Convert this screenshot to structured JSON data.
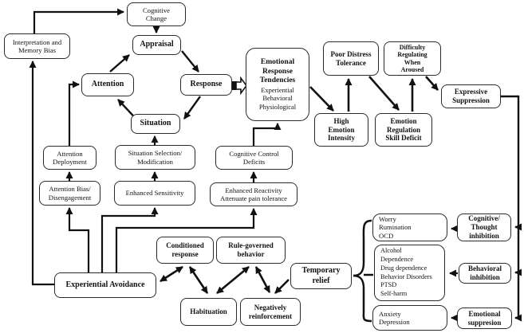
{
  "colors": {
    "line": "#111111",
    "box_border": "#2b2b2b",
    "background": "#ffffff",
    "text": "#111111"
  },
  "nodes": {
    "cognitive_change": "Cognitive\nChange",
    "interpretation_memory_bias": "Interpretation and\nMemory Bias",
    "appraisal": "Appraisal",
    "attention": "Attention",
    "response": "Response",
    "situation": "Situation",
    "emotional_response_title": "Emotional\nResponse\nTendencies",
    "emotional_response_sub": "Experiential\nBehavioral\nPhysiological",
    "poor_distress_tolerance": "Poor Distress\nTolerance",
    "difficulty_regulating": "Difficulty\nRegulating\nWhen\nAroused",
    "expressive_suppression": "Expressive\nSuppression",
    "high_emotion_intensity": "High\nEmotion\nIntensity",
    "emotion_regulation_skill_deficit": "Emotion\nRegulation\nSkill Deficit",
    "attention_deployment": "Attention\nDeployment",
    "situation_selection": "Situation Selection/\nModification",
    "cognitive_control_deficits": "Cognitive Control\nDeficits",
    "attention_bias": "Attention Bias/\nDisengagement",
    "enhanced_sensitivity": "Enhanced Sensitivity",
    "enhanced_reactivity": "Enhanced Reactivity\nAttenuate pain tolerance",
    "experiential_avoidance": "Experiential  Avoidance",
    "conditioned_response": "Conditioned\nresponse",
    "rule_governed_behavior": "Rule-governed\nbehavior",
    "habituation": "Habituation",
    "negatively_reinforcement": "Negatively\nreinforcement",
    "temporary_relief": "Temporary\nrelief",
    "worry_group": "Worry\nRumination\nOCD",
    "dependence_group": "Alcohol\nDependence\nDrug dependence\nBehavior Disorders\nPTSD\nSelf-harm",
    "anxiety_group": "Anxiety\nDepression",
    "cognitive_thought_inhibition": "Cognitive/\nThought\ninhibition",
    "behavioral_inhibition": "Behavioral\ninhibition",
    "emotional_suppression": "Emotional\nsuppresion"
  }
}
